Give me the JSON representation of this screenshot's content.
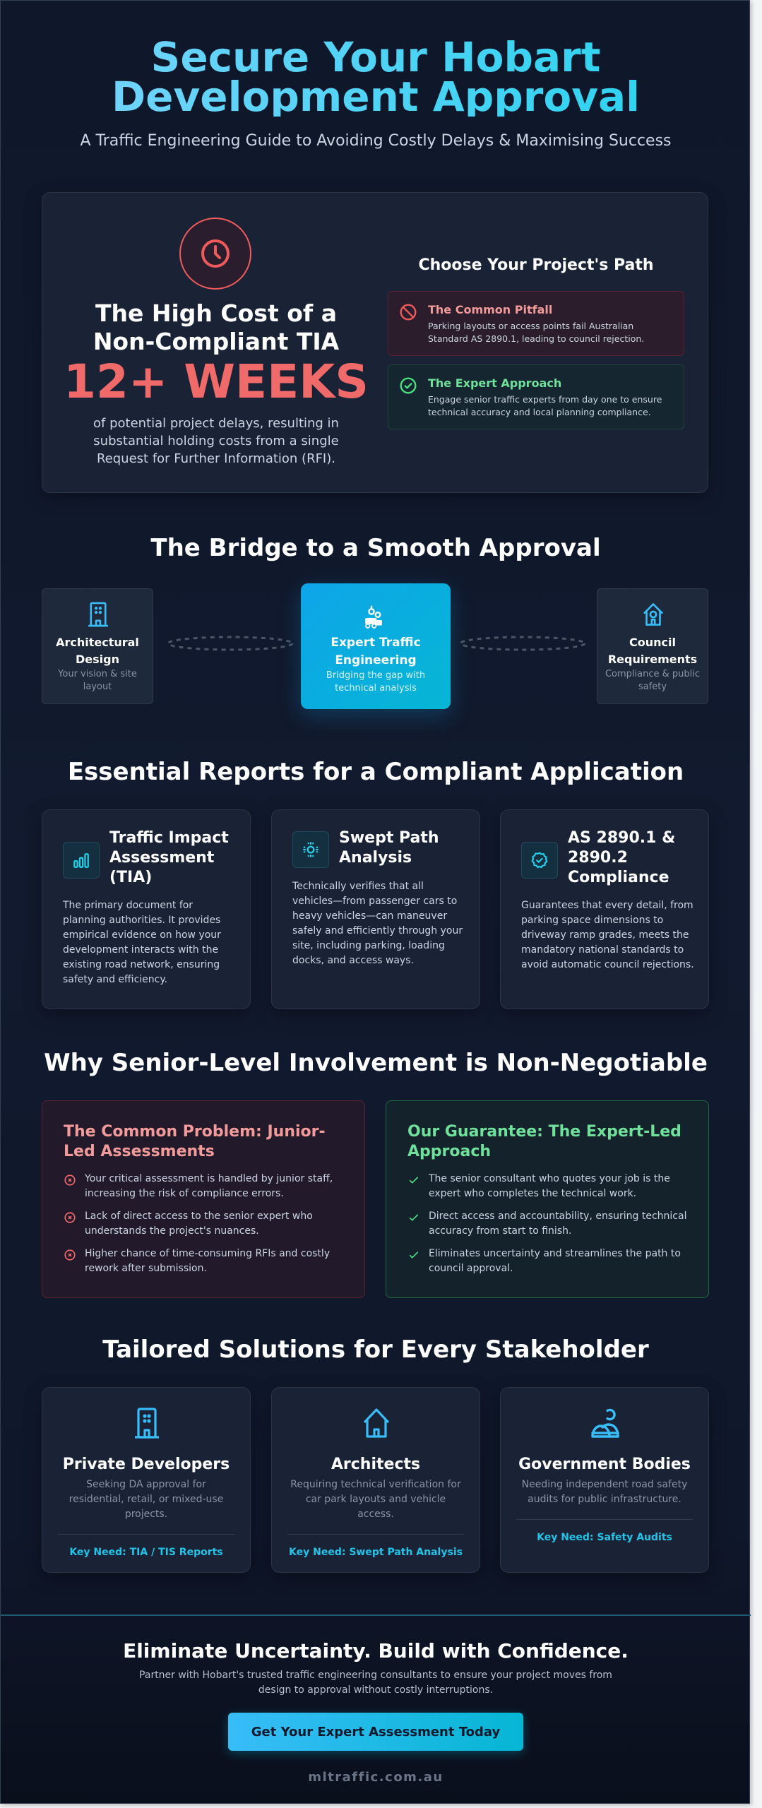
{
  "header": {
    "title_line1": "Secure Your Hobart",
    "title_line2": "Development Approval",
    "subtitle": "A Traffic Engineering Guide to Avoiding Costly Delays & Maximising Success"
  },
  "hero": {
    "icon": "clock-icon",
    "heading_line1": "The High Cost of a",
    "heading_line2": "Non-Compliant TIA",
    "stat": "12+ WEEKS",
    "description": "of potential project delays, resulting in substantial holding costs from a single Request for Further Information (RFI).",
    "path_title": "Choose Your Project's Path",
    "paths": [
      {
        "icon": "ban-icon",
        "title": "The Common Pitfall",
        "text": "Parking layouts or access points fail Australian Standard AS 2890.1, leading to council rejection.",
        "color": "#f19a9a"
      },
      {
        "icon": "check-circle-icon",
        "title": "The Expert Approach",
        "text": "Engage senior traffic experts from day one to ensure technical accuracy and local planning compliance.",
        "color": "#6fe19b"
      }
    ]
  },
  "bridge": {
    "title": "The Bridge to a Smooth Approval",
    "items": [
      {
        "icon": "building-icon",
        "title": "Architectural Design",
        "subtitle": "Your vision & site layout"
      },
      {
        "icon": "traffic-engineering-icon",
        "title": "Expert Traffic Engineering",
        "subtitle": "Bridging the gap with technical analysis"
      },
      {
        "icon": "council-house-icon",
        "title": "Council Requirements",
        "subtitle": "Compliance & public safety"
      }
    ]
  },
  "reports": {
    "title": "Essential Reports for a Compliant Application",
    "items": [
      {
        "icon": "bar-chart-icon",
        "title": "Traffic Impact Assessment (TIA)",
        "text": "The primary document for planning authorities. It provides empirical evidence on how your development interacts with the existing road network, ensuring safety and efficiency."
      },
      {
        "icon": "swept-path-icon",
        "title": "Swept Path Analysis",
        "text": "Technically verifies that all vehicles—from passenger cars to heavy vehicles—can maneuver safely and efficiently through your site, including parking, loading docks, and access ways."
      },
      {
        "icon": "badge-check-icon",
        "title": "AS 2890.1 & 2890.2 Compliance",
        "text": "Guarantees that every detail, from parking space dimensions to driveway ramp grades, meets the mandatory national standards to avoid automatic council rejections."
      }
    ]
  },
  "senior": {
    "title": "Why Senior-Level Involvement is Non-Negotiable",
    "problem": {
      "title": "The Common Problem: Junior-Led Assessments",
      "items": [
        "Your critical assessment is handled by junior staff, increasing the risk of compliance errors.",
        "Lack of direct access to the senior expert who understands the project's nuances.",
        "Higher chance of time-consuming RFIs and costly rework after submission."
      ]
    },
    "guarantee": {
      "title": "Our Guarantee: The Expert-Led Approach",
      "items": [
        "The senior consultant who quotes your job is the expert who completes the technical work.",
        "Direct access and accountability, ensuring technical accuracy from start to finish.",
        "Eliminates uncertainty and streamlines the path to council approval."
      ]
    }
  },
  "stakeholders": {
    "title": "Tailored Solutions for Every Stakeholder",
    "items": [
      {
        "icon": "building-icon",
        "title": "Private Developers",
        "text": "Seeking DA approval for residential, retail, or mixed-use projects.",
        "need": "Key Need: TIA / TIS Reports"
      },
      {
        "icon": "house-icon",
        "title": "Architects",
        "text": "Requiring technical verification for car park layouts and vehicle access.",
        "need": "Key Need: Swept Path Analysis"
      },
      {
        "icon": "government-person-icon",
        "title": "Government Bodies",
        "text": "Needing independent road safety audits for public infrastructure.",
        "need": "Key Need: Safety Audits"
      }
    ]
  },
  "footer": {
    "title": "Eliminate Uncertainty. Build with Confidence.",
    "text": "Partner with Hobart's trusted traffic engineering consultants to ensure your project moves from design to approval without costly interruptions.",
    "cta_label": "Get Your Expert Assessment Today",
    "website": "mltraffic.com.au"
  },
  "colors": {
    "background": "#0f172a",
    "accent_cyan": "#22d3ee",
    "accent_blue": "#0ea5e9",
    "danger": "#f16a6a",
    "success": "#6fe19b",
    "card": "#1a2236"
  }
}
